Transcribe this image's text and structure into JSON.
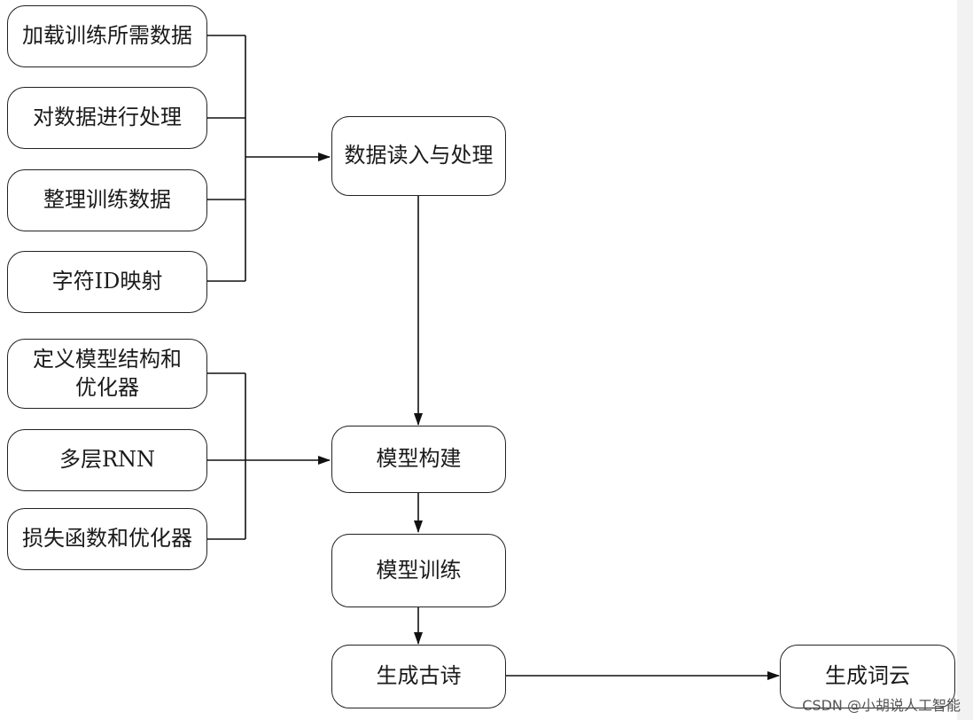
{
  "nodes": {
    "load_data": "加载训练所需数据",
    "process_data": "对数据进行处理",
    "organize_data": "整理训练数据",
    "char_id_map": "字符ID映射",
    "data_io": "数据读入与处理",
    "define_model_line1": "定义模型结构和",
    "define_model_line2": "优化器",
    "multi_rnn": "多层RNN",
    "loss_opt": "损失函数和优化器",
    "model_build": "模型构建",
    "model_train": "模型训练",
    "gen_poem": "生成古诗",
    "gen_wordcloud": "生成词云"
  },
  "watermark": "CSDN @小胡说人工智能"
}
